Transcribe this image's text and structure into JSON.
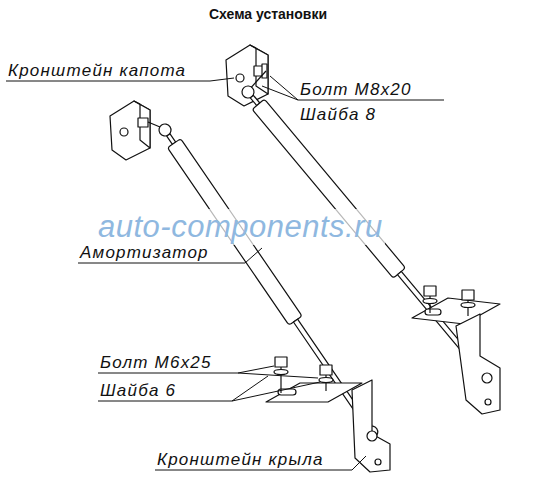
{
  "diagram": {
    "title": "Схема установки",
    "labels": [
      "Кронштейн капота",
      "Болт М8х20",
      "Шайба 8",
      "auto-components.ru",
      "Амортизатор",
      "Болт М6х25",
      "Шайба 6",
      "Кронштейн крыла"
    ]
  }
}
